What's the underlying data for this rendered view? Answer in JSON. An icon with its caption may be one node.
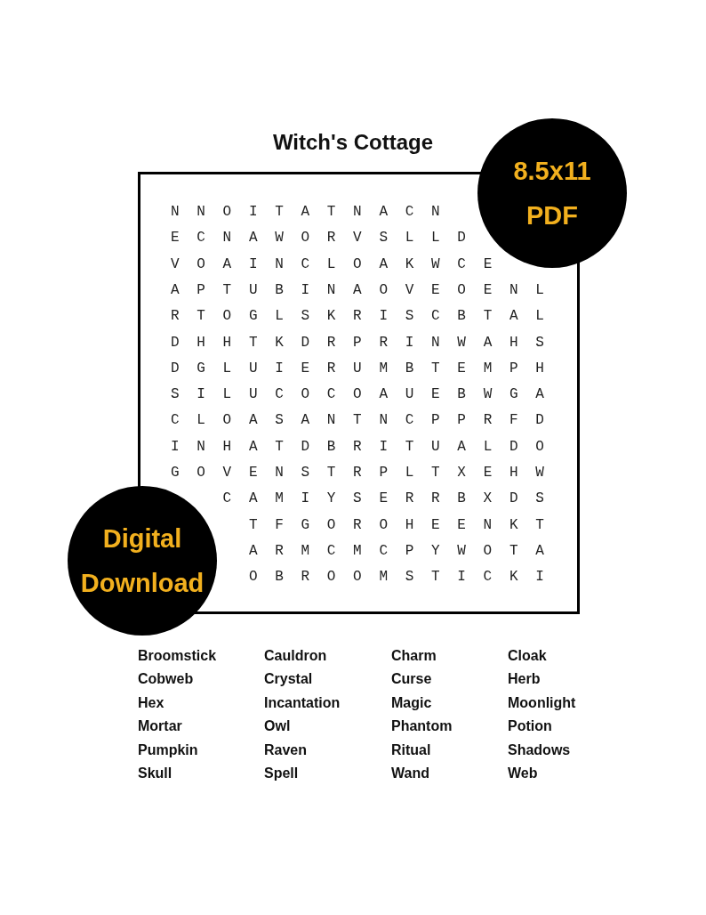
{
  "diagram": {
    "title": "Witch's Cottage",
    "nodes": [
      {
        "text": [
          "8.5x11 PDF"
        ]
      },
      {
        "text": [
          "Digital Download"
        ]
      }
    ],
    "labels": [
      "N N O I T A T N A C N",
      "E C N A W O R V S L L D",
      "V O A I N C L O A K W C E",
      "A P T U B I N A O V E O E N L",
      "R T O G L S K R I S C B T A L",
      "D H H T K D R P R I N W A H S",
      "D G L U I E R U M B T E M P H",
      "S I L U C O C O A U E B W G A",
      "C L O A S A N T N C P P R F D",
      "I N H A T D B R I T U A L D O",
      "G O V E N S T R P L T X E H W",
      "C A M I Y S E R R B X D S",
      "T F G O R O H E E N K T",
      "A R M C M C P Y W O T A",
      "O B R O O M S T I C K I",
      "Broomstick",
      "Cauldron",
      "Charm",
      "Cloak",
      "Cobweb",
      "Crystal",
      "Curse",
      "Herb",
      "Hex",
      "Incantation",
      "Magic",
      "Moonlight",
      "Mortar",
      "Owl",
      "Phantom",
      "Potion",
      "Pumpkin",
      "Raven",
      "Ritual",
      "Shadows",
      "Skull",
      "Spell",
      "Wand",
      "Web"
    ]
  }
}
